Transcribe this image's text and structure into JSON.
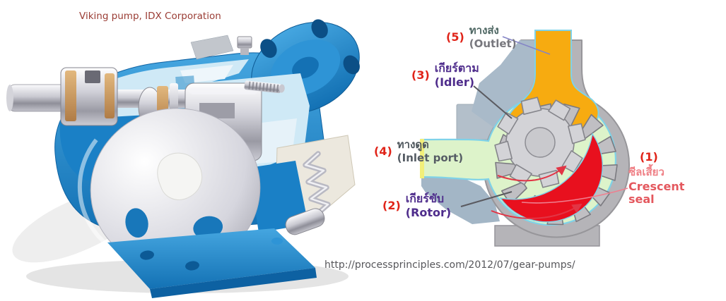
{
  "caption": {
    "text": "Viking pump, IDX Corporation"
  },
  "source": {
    "url": "http://processprinciples.com/2012/07/gear-pumps/"
  },
  "diagram": {
    "labels": {
      "outlet": {
        "num": "(5)",
        "thai": "ทางส่ง",
        "en": "(Outlet)"
      },
      "idler": {
        "num": "(3)",
        "thai": "เกียร์ตาม",
        "en": "(Idler)"
      },
      "inlet": {
        "num": "(4)",
        "thai": "ทางดูด",
        "en": "(Inlet port)"
      },
      "rotor": {
        "num": "(2)",
        "thai": "เกียร์ขับ",
        "en": "(Rotor)"
      },
      "crescent": {
        "num": "(1)",
        "thai": "ซีลเสี้ยว",
        "en": "Crescent seal"
      }
    },
    "colors": {
      "outlet_flow_orange": "#f7ab10",
      "inlet_flow_green": "#ddf3ca",
      "flow_outline_cyan": "#7fd2e8",
      "crescent_seal_red": "#e8101e",
      "housing_gray": "#b5b4b8",
      "steel_blue": "#a9bac9",
      "label_number_red": "#e02419",
      "label_purple": "#4f2d8c",
      "rotation_arrow_red": "#e23545",
      "pump_body_blue": "#1b84c8"
    }
  }
}
